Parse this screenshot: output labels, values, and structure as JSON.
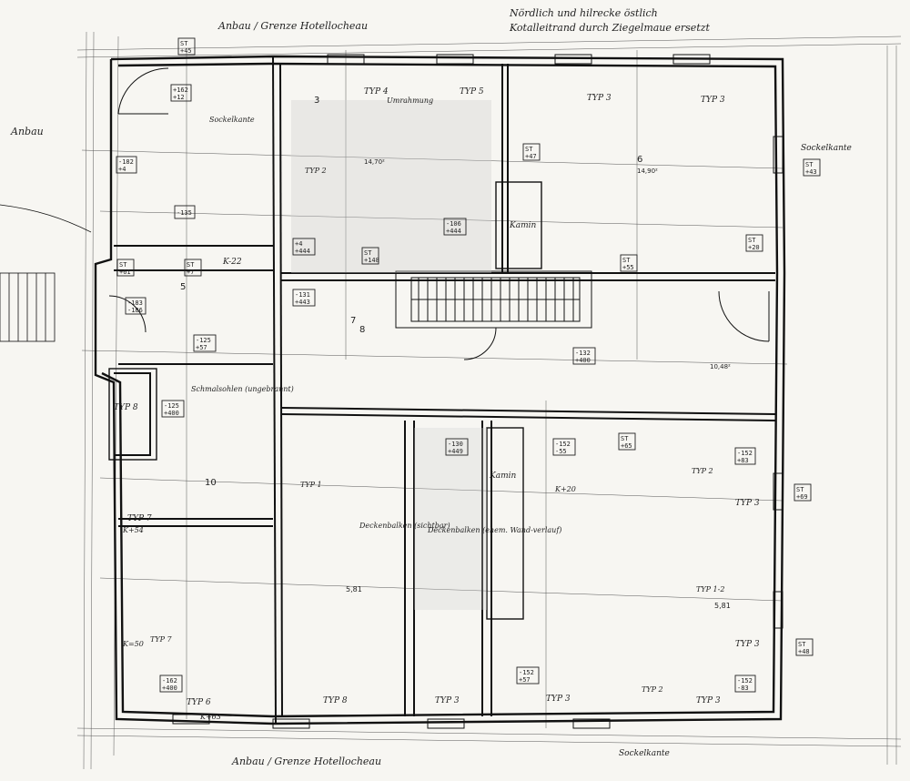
{
  "notes": {
    "top_center": "Anbau / Grenze Hotellocheau",
    "top_right_1": "Nördlich und hilrecke östlich",
    "top_right_2": "Kotalleitrand durch Ziegelmaue ersetzt",
    "left_anbau": "Anbau",
    "bottom_center": "Anbau / Grenze Hotellocheau",
    "right_sockel": "Sockelkante",
    "bottom_sockel": "Sockelkante",
    "left_sockel": "Sockelkante"
  },
  "rooms": [
    {
      "id": "3",
      "label": "3"
    },
    {
      "id": "5",
      "label": "5"
    },
    {
      "id": "6",
      "label": "6"
    },
    {
      "id": "7",
      "label": "7"
    },
    {
      "id": "8",
      "label": "8"
    },
    {
      "id": "10",
      "label": "10"
    }
  ],
  "types": [
    "TYP 4",
    "TYP 5",
    "TYP 3",
    "TYP 3",
    "TYP 2",
    "TYP 8",
    "TYP 7",
    "TYP 7",
    "TYP 1",
    "TYP 2",
    "TYP 3",
    "TYP 1-2",
    "TYP 3",
    "TYP 6",
    "TYP 8",
    "TYP 3",
    "TYP 3",
    "TYP 2",
    "TYP 3"
  ],
  "labels": {
    "k22": "K-22",
    "k20": "K+20",
    "k54": "K+54",
    "k50": "K=50",
    "k63": "K+63",
    "kamin1": "Kamin",
    "kamin2": "Kamin",
    "umrahmung": "Umrahmung",
    "schmelzrohr": "Schmalsohlen (ungebrannt)",
    "deckenbalken1": "Deckenbalken (sichtbar)",
    "deckenbalken2": "Deckenbalken (ehem. Wand-verlauf)",
    "dim_1": "14,70²",
    "dim_2": "14,90²",
    "dim_3": "10,48²",
    "dim_4": "5,81",
    "dim_5": "5,81"
  },
  "boxes": [
    {
      "a": "ST",
      "b": "+45"
    },
    {
      "a": "ST",
      "b": "+47"
    },
    {
      "a": "ST",
      "b": "+55"
    },
    {
      "a": "ST",
      "b": "+43"
    },
    {
      "a": "ST",
      "b": "+20"
    },
    {
      "a": "+162",
      "b": "+12"
    },
    {
      "a": "-182",
      "b": "+4"
    },
    {
      "a": "-135",
      "b": ""
    },
    {
      "a": "-106",
      "b": "+444"
    },
    {
      "a": "+4",
      "b": "+444"
    },
    {
      "a": "ST",
      "b": "+148"
    },
    {
      "a": "-183",
      "b": "-186"
    },
    {
      "a": "ST",
      "b": "+61"
    },
    {
      "a": "ST",
      "b": "+7"
    },
    {
      "a": "-131",
      "b": "+443"
    },
    {
      "a": "-132",
      "b": "+400"
    },
    {
      "a": "-125",
      "b": "+57"
    },
    {
      "a": "-125",
      "b": "+400"
    },
    {
      "a": "-130",
      "b": "+449"
    },
    {
      "a": "-152",
      "b": "-55"
    },
    {
      "a": "ST",
      "b": "+65"
    },
    {
      "a": "-152",
      "b": "+83"
    },
    {
      "a": "ST",
      "b": "+69"
    },
    {
      "a": "-162",
      "b": "+400"
    },
    {
      "a": "-152",
      "b": "+57"
    },
    {
      "a": "-152",
      "b": "-83"
    },
    {
      "a": "ST",
      "b": "+48"
    }
  ]
}
